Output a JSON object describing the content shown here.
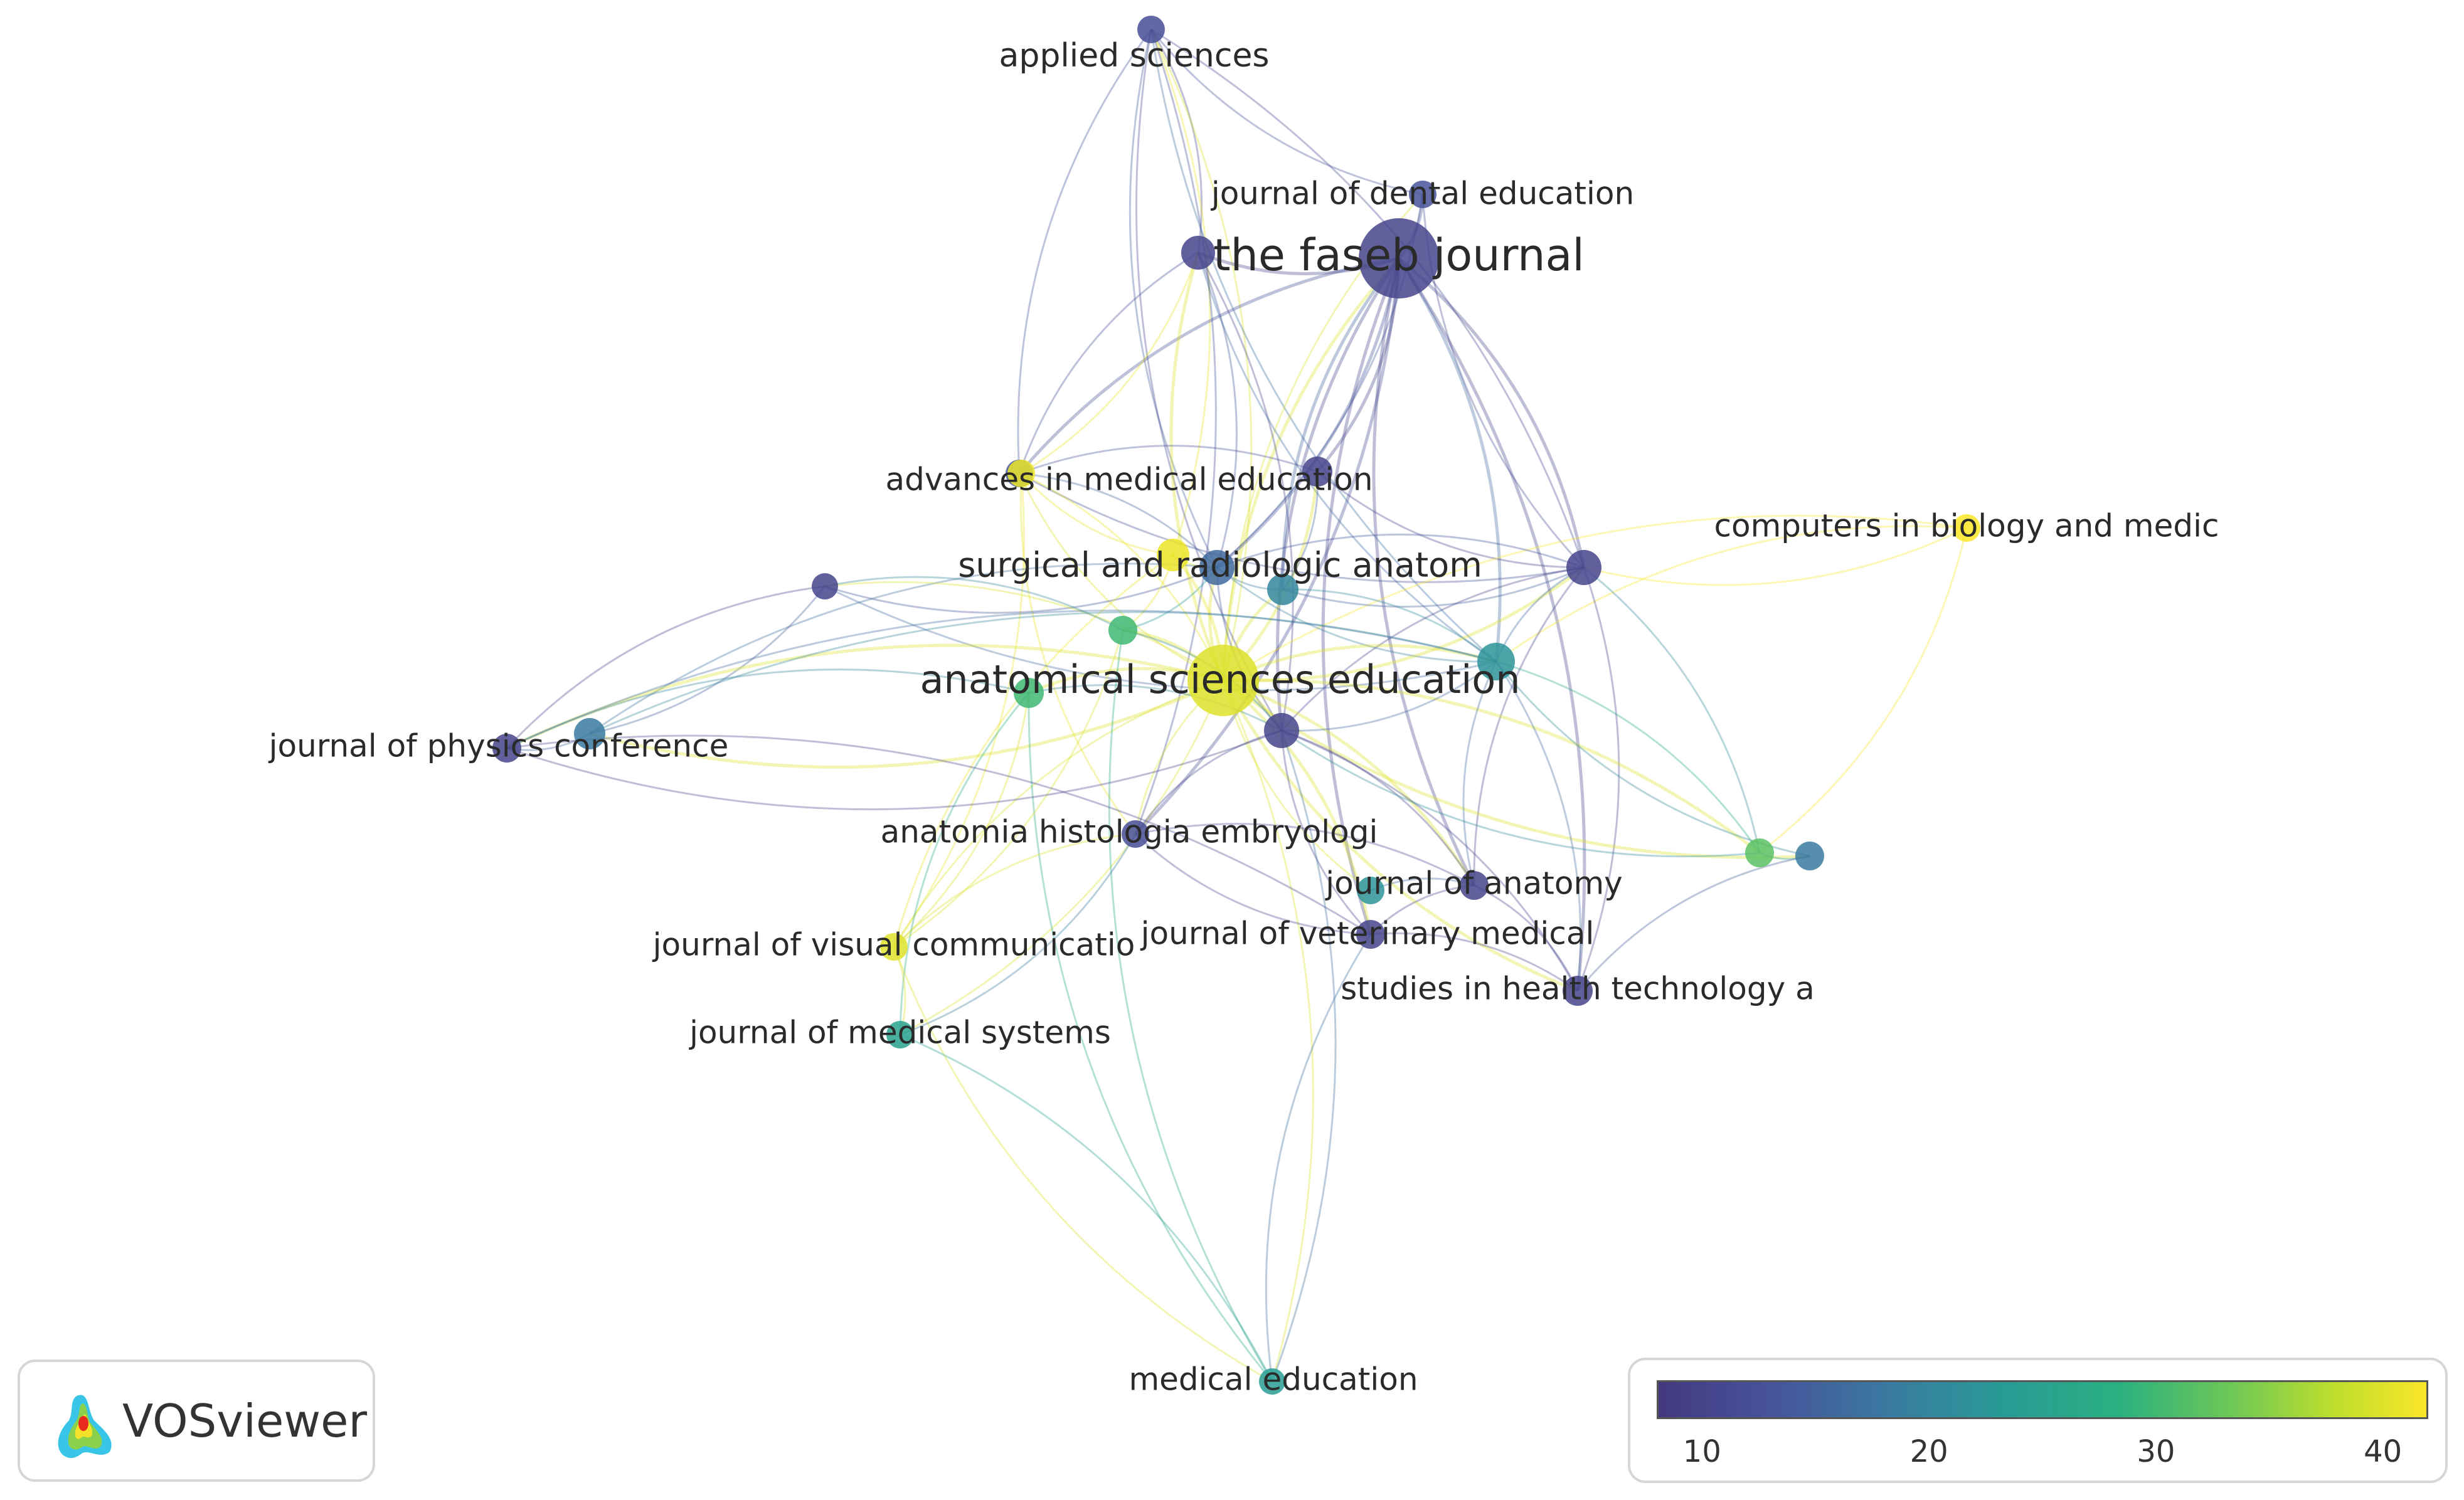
{
  "app": {
    "logo_text": "VOSviewer"
  },
  "network": {
    "nodes": [
      {
        "id": "applied",
        "label": "applied sciences",
        "year": 12,
        "weight": 1
      },
      {
        "id": "dental",
        "label": "journal of dental education",
        "year": 13,
        "weight": 1
      },
      {
        "id": "faseb",
        "label": "the faseb journal",
        "year": 10,
        "weight": 5
      },
      {
        "id": "faseb2",
        "label": "",
        "year": 10,
        "weight": 1.5
      },
      {
        "id": "advances",
        "label": "advances in medical education",
        "year": 14,
        "weight": 1
      },
      {
        "id": "adv_y",
        "label": "",
        "year": 41,
        "weight": 1
      },
      {
        "id": "adv_p",
        "label": "",
        "year": 10,
        "weight": 1.2
      },
      {
        "id": "computers",
        "label": "computers in biology and medic",
        "year": 42,
        "weight": 1
      },
      {
        "id": "surgical",
        "label": "surgical and radiologic anatom",
        "year": 16,
        "weight": 1.6
      },
      {
        "id": "surg_y",
        "label": "",
        "year": 41,
        "weight": 1.4
      },
      {
        "id": "surg_t",
        "label": "",
        "year": 20,
        "weight": 1.3
      },
      {
        "id": "right_p",
        "label": "",
        "year": 10,
        "weight": 1.6
      },
      {
        "id": "left_p",
        "label": "",
        "year": 10,
        "weight": 0.9
      },
      {
        "id": "anat",
        "label": "anatomical sciences education",
        "year": 40,
        "weight": 4
      },
      {
        "id": "anat_g",
        "label": "",
        "year": 30,
        "weight": 1.2
      },
      {
        "id": "anat_t",
        "label": "",
        "year": 22,
        "weight": 1.8
      },
      {
        "id": "mid_g",
        "label": "",
        "year": 30,
        "weight": 1.1
      },
      {
        "id": "center_p",
        "label": "",
        "year": 10,
        "weight": 1.6
      },
      {
        "id": "physics",
        "label": "journal of physics conference",
        "year": 10,
        "weight": 1.1
      },
      {
        "id": "phys_t",
        "label": "",
        "year": 18,
        "weight": 1.3
      },
      {
        "id": "histol",
        "label": "anatomia histologia embryologi",
        "year": 12,
        "weight": 1
      },
      {
        "id": "jana",
        "label": "journal of anatomy",
        "year": 10,
        "weight": 1.1
      },
      {
        "id": "jana_t",
        "label": "",
        "year": 22,
        "weight": 1
      },
      {
        "id": "vet",
        "label": "journal of veterinary medical",
        "year": 10,
        "weight": 1.1
      },
      {
        "id": "visual",
        "label": "journal of visual communicatio",
        "year": 40,
        "weight": 1
      },
      {
        "id": "medsys",
        "label": "journal of medical systems",
        "year": 25,
        "weight": 1
      },
      {
        "id": "studies",
        "label": "studies in health technology a",
        "year": 10,
        "weight": 1.2
      },
      {
        "id": "far_g",
        "label": "",
        "year": 32,
        "weight": 1.1
      },
      {
        "id": "far_t",
        "label": "",
        "year": 18,
        "weight": 1.1
      },
      {
        "id": "meded",
        "label": "medical education",
        "year": 24,
        "weight": 0.9
      }
    ],
    "links": [
      [
        "applied",
        "faseb2"
      ],
      [
        "applied",
        "advances"
      ],
      [
        "applied",
        "anat"
      ],
      [
        "applied",
        "surgical"
      ],
      [
        "applied",
        "surg_y"
      ],
      [
        "applied",
        "center_p"
      ],
      [
        "applied",
        "histol"
      ],
      [
        "applied",
        "anat_t"
      ],
      [
        "applied",
        "right_p"
      ],
      [
        "applied",
        "dental"
      ],
      [
        "dental",
        "faseb"
      ],
      [
        "dental",
        "anat"
      ],
      [
        "dental",
        "surgical"
      ],
      [
        "dental",
        "right_p"
      ],
      [
        "faseb",
        "faseb2"
      ],
      [
        "faseb",
        "anat"
      ],
      [
        "faseb",
        "surgical"
      ],
      [
        "faseb",
        "advances"
      ],
      [
        "faseb",
        "right_p"
      ],
      [
        "faseb",
        "center_p"
      ],
      [
        "faseb",
        "anat_t"
      ],
      [
        "faseb",
        "jana"
      ],
      [
        "faseb",
        "studies"
      ],
      [
        "faseb",
        "surg_t"
      ],
      [
        "faseb",
        "histol"
      ],
      [
        "faseb",
        "vet"
      ],
      [
        "faseb",
        "adv_p"
      ],
      [
        "faseb2",
        "anat"
      ],
      [
        "faseb2",
        "surgical"
      ],
      [
        "faseb2",
        "advances"
      ],
      [
        "faseb2",
        "center_p"
      ],
      [
        "faseb2",
        "anat_t"
      ],
      [
        "faseb2",
        "adv_y"
      ],
      [
        "advances",
        "anat"
      ],
      [
        "advances",
        "surgical"
      ],
      [
        "advances",
        "adv_y"
      ],
      [
        "advances",
        "adv_p"
      ],
      [
        "advances",
        "right_p"
      ],
      [
        "adv_y",
        "anat"
      ],
      [
        "adv_y",
        "surg_y"
      ],
      [
        "adv_y",
        "visual"
      ],
      [
        "adv_y",
        "histol"
      ],
      [
        "adv_p",
        "anat"
      ],
      [
        "adv_p",
        "right_p"
      ],
      [
        "adv_p",
        "surg_t"
      ],
      [
        "computers",
        "anat"
      ],
      [
        "computers",
        "right_p"
      ],
      [
        "computers",
        "anat_t"
      ],
      [
        "computers",
        "far_g"
      ],
      [
        "surgical",
        "anat"
      ],
      [
        "surgical",
        "surg_y"
      ],
      [
        "surgical",
        "surg_t"
      ],
      [
        "surgical",
        "right_p"
      ],
      [
        "surgical",
        "anat_t"
      ],
      [
        "surgical",
        "left_p"
      ],
      [
        "surgical",
        "phys_t"
      ],
      [
        "surgical",
        "mid_g"
      ],
      [
        "surgical",
        "center_p"
      ],
      [
        "surg_y",
        "anat"
      ],
      [
        "surg_y",
        "visual"
      ],
      [
        "surg_y",
        "mid_g"
      ],
      [
        "surg_t",
        "anat"
      ],
      [
        "surg_t",
        "anat_t"
      ],
      [
        "surg_t",
        "right_p"
      ],
      [
        "right_p",
        "anat"
      ],
      [
        "right_p",
        "anat_t"
      ],
      [
        "right_p",
        "far_g"
      ],
      [
        "right_p",
        "center_p"
      ],
      [
        "right_p",
        "studies"
      ],
      [
        "right_p",
        "jana"
      ],
      [
        "left_p",
        "anat"
      ],
      [
        "left_p",
        "physics"
      ],
      [
        "left_p",
        "phys_t"
      ],
      [
        "left_p",
        "anat_t"
      ],
      [
        "left_p",
        "mid_g"
      ],
      [
        "anat",
        "anat_g"
      ],
      [
        "anat",
        "anat_t"
      ],
      [
        "anat",
        "mid_g"
      ],
      [
        "anat",
        "center_p"
      ],
      [
        "anat",
        "physics"
      ],
      [
        "anat",
        "phys_t"
      ],
      [
        "anat",
        "histol"
      ],
      [
        "anat",
        "jana"
      ],
      [
        "anat",
        "jana_t"
      ],
      [
        "anat",
        "vet"
      ],
      [
        "anat",
        "visual"
      ],
      [
        "anat",
        "medsys"
      ],
      [
        "anat",
        "studies"
      ],
      [
        "anat",
        "far_g"
      ],
      [
        "anat",
        "far_t"
      ],
      [
        "anat",
        "meded"
      ],
      [
        "anat_g",
        "physics"
      ],
      [
        "anat_g",
        "visual"
      ],
      [
        "anat_g",
        "medsys"
      ],
      [
        "anat_g",
        "center_p"
      ],
      [
        "anat_g",
        "meded"
      ],
      [
        "anat_t",
        "far_g"
      ],
      [
        "anat_t",
        "far_t"
      ],
      [
        "anat_t",
        "center_p"
      ],
      [
        "anat_t",
        "jana"
      ],
      [
        "anat_t",
        "studies"
      ],
      [
        "anat_t",
        "physics"
      ],
      [
        "mid_g",
        "center_p"
      ],
      [
        "mid_g",
        "meded"
      ],
      [
        "mid_g",
        "visual"
      ],
      [
        "center_p",
        "histol"
      ],
      [
        "center_p",
        "jana"
      ],
      [
        "center_p",
        "vet"
      ],
      [
        "center_p",
        "studies"
      ],
      [
        "center_p",
        "far_g"
      ],
      [
        "center_p",
        "meded"
      ],
      [
        "physics",
        "phys_t"
      ],
      [
        "phys_t",
        "anat_t"
      ],
      [
        "physics",
        "center_p"
      ],
      [
        "physics",
        "vet"
      ],
      [
        "histol",
        "visual"
      ],
      [
        "histol",
        "medsys"
      ],
      [
        "histol",
        "vet"
      ],
      [
        "histol",
        "jana"
      ],
      [
        "jana",
        "jana_t"
      ],
      [
        "jana",
        "studies"
      ],
      [
        "jana",
        "vet"
      ],
      [
        "vet",
        "studies"
      ],
      [
        "vet",
        "meded"
      ],
      [
        "visual",
        "medsys"
      ],
      [
        "visual",
        "meded"
      ],
      [
        "medsys",
        "meded"
      ],
      [
        "far_g",
        "far_t"
      ],
      [
        "studies",
        "far_t"
      ]
    ]
  },
  "legend": {
    "ticks": [
      "10",
      "20",
      "30",
      "40"
    ],
    "range": [
      8,
      42
    ]
  }
}
